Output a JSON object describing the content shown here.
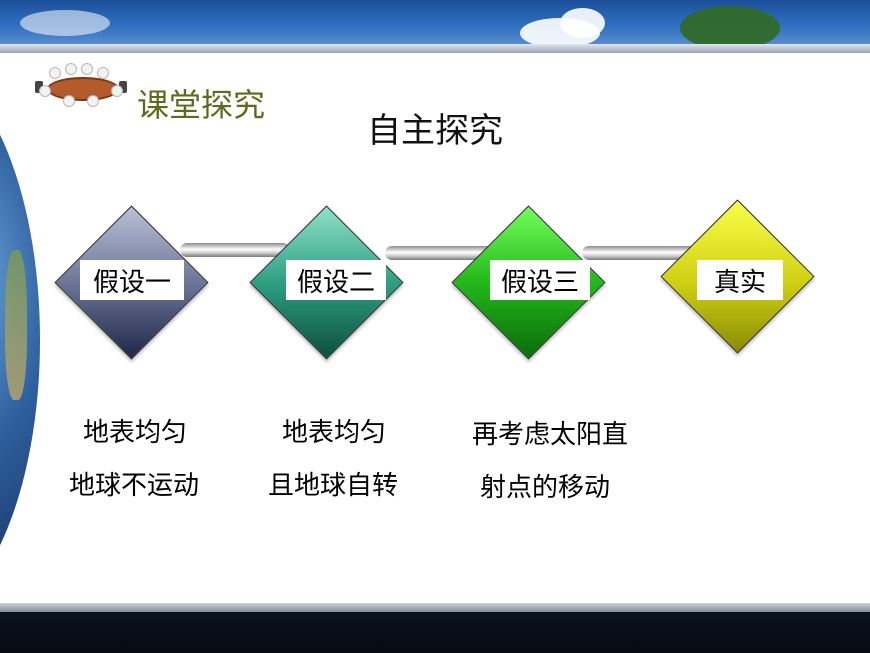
{
  "header": {
    "section_title": "课堂探究",
    "main_title": "自主探究"
  },
  "steps": [
    {
      "label": "假设一",
      "lines": [
        "地表均匀",
        "地球不运动"
      ],
      "color": "#6d7699"
    },
    {
      "label": "假设二",
      "lines": [
        "地表均匀",
        "且地球自转"
      ],
      "color": "#2e9f83"
    },
    {
      "label": "假设三",
      "lines": [
        "再考虑太阳直",
        "射点的移动"
      ],
      "color": "#22b81a"
    },
    {
      "label": "真实",
      "lines": [],
      "color": "#cfcf12"
    }
  ]
}
